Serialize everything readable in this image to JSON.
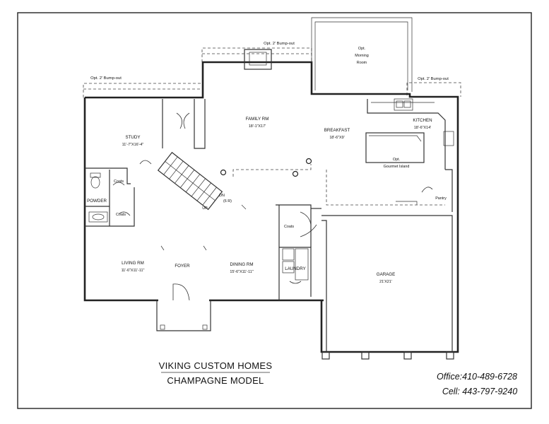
{
  "plan": {
    "bump_outs": {
      "left": "Opt. 2' Bump-out",
      "center": "Opt. 2' Bump-out",
      "right": "Opt. 2' Bump-out"
    },
    "morning_room": {
      "line1": "Opt.",
      "line2": "Morning",
      "line3": "Room"
    },
    "rooms": {
      "study": {
        "name": "STUDY",
        "dim": "11'-7\"X16'-4\""
      },
      "family": {
        "name": "FAMILY RM",
        "dim": "18'-1\"X17'"
      },
      "breakfast": {
        "name": "BREAKFAST",
        "dim": "18'-6\"X9'"
      },
      "kitchen": {
        "name": "KITCHEN",
        "dim": "18'-6\"X14'"
      },
      "island": {
        "line1": "Opt.",
        "line2": "Gourmet Island"
      },
      "pantry": "Pantry",
      "powder": "POWDER",
      "coats1": "Coats",
      "coats2": "Coats",
      "coats3": "Coats",
      "living": {
        "name": "LIVING RM",
        "dim": "11'-6\"X11'-11\""
      },
      "foyer": "FOYER",
      "dining": {
        "name": "DINING RM",
        "dim": "15'-6\"X11'-11\""
      },
      "laundry": "LAUNDRY",
      "garage": {
        "name": "GARAGE",
        "dim": "21'X21'"
      }
    },
    "stair": {
      "dn": "DN",
      "up": "UP",
      "risers": "(6 R)"
    }
  },
  "footer": {
    "title_line1": "VIKING CUSTOM HOMES",
    "title_line2": "CHAMPAGNE MODEL",
    "office": "Office:410-489-6728",
    "cell": "Cell: 443-797-9240"
  }
}
